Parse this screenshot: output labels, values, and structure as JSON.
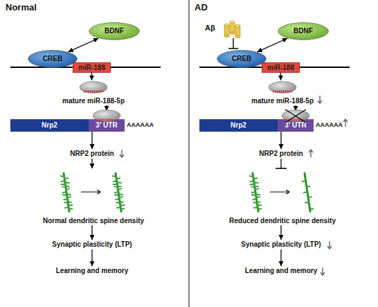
{
  "diagram": {
    "nodes": [
      {
        "text": [
          "BDNF"
        ]
      },
      {
        "text": [
          "CREB"
        ]
      },
      {
        "text": [
          "miR-188"
        ]
      },
      {
        "text": [
          "mature miR-188-5p"
        ]
      },
      {
        "text": [
          "Nrp2"
        ]
      },
      {
        "text": [
          "3' UTR"
        ],
        "in": 4
      },
      {
        "text": [
          "NRP2 protein"
        ]
      },
      {
        "text": [
          "Normal dendritic spine density"
        ]
      },
      {
        "text": [
          "Synaptic plasticity (LTP)"
        ]
      },
      {
        "text": [
          "Learning and memory"
        ]
      },
      {
        "text": [
          "BDNF"
        ]
      },
      {
        "text": [
          "CREB"
        ]
      },
      {
        "text": [
          "miR-188"
        ]
      },
      {
        "text": [
          "mature miR-188-5p"
        ]
      },
      {
        "text": [
          "Nrp2"
        ]
      },
      {
        "text": [
          "3' UTR"
        ],
        "in": 14
      },
      {
        "text": [
          "NRP2 protein"
        ]
      },
      {
        "text": [
          "Reduced dendritic spine density"
        ]
      },
      {
        "text": [
          "Synaptic plasticity (LTP)"
        ]
      },
      {
        "text": [
          "Learning and memory"
        ]
      }
    ],
    "edges": [
      {
        "from": 1,
        "to": 0,
        "arrow": "both"
      },
      {
        "from": 2,
        "to": 3,
        "arrow": "to"
      },
      {
        "from": 3,
        "to": 5,
        "arrow": "to"
      },
      {
        "from": 4,
        "to": 6,
        "arrow": "to"
      },
      {
        "from": 6,
        "to": 7,
        "arrow": "to"
      },
      {
        "from": 7,
        "to": 8,
        "arrow": "to"
      },
      {
        "from": 8,
        "to": 9,
        "arrow": "to"
      },
      {
        "from": 11,
        "to": 10,
        "arrow": "both"
      },
      {
        "from": 12,
        "to": 13,
        "arrow": "to"
      },
      {
        "from": 13,
        "to": 15,
        "arrow": "to"
      },
      {
        "from": 14,
        "to": 16,
        "arrow": "to"
      },
      {
        "from": 16,
        "to": 17,
        "arrow": "none"
      },
      {
        "from": 17,
        "to": 18,
        "arrow": "to"
      },
      {
        "from": 18,
        "to": 19,
        "arrow": "to"
      }
    ],
    "labels": [
      "Normal",
      "AAAAAA",
      "AD",
      "Aβ",
      "AAAAAA"
    ]
  }
}
